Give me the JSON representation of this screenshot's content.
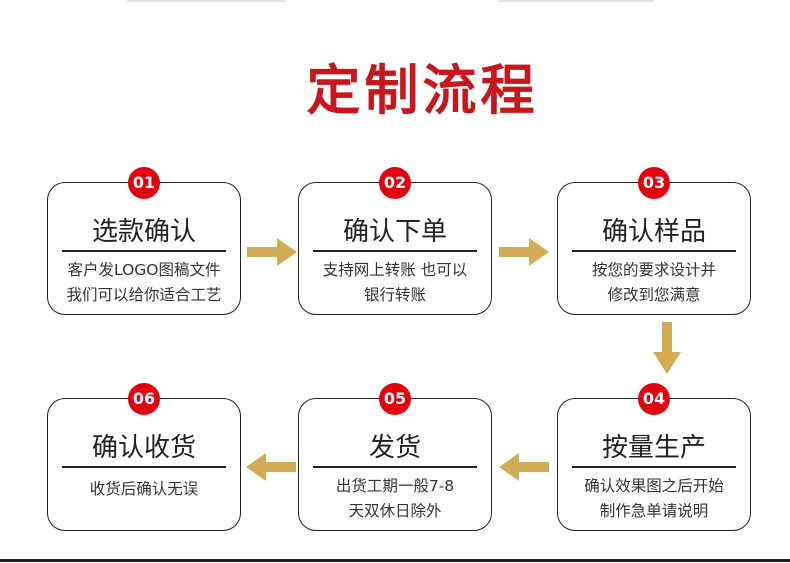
{
  "title": "定制流程",
  "arrow_color": "#d2ab55",
  "steps": [
    {
      "num": "01",
      "title": "选款确认",
      "lines": [
        "客户发LOGO图稿文件",
        "我们可以给你适合工艺"
      ]
    },
    {
      "num": "02",
      "title": "确认下单",
      "lines": [
        "支持网上转账 也可以",
        "银行转账"
      ]
    },
    {
      "num": "03",
      "title": "确认样品",
      "lines": [
        "按您的要求设计并",
        "修改到您满意"
      ]
    },
    {
      "num": "04",
      "title": "按量生产",
      "lines": [
        "确认效果图之后开始",
        "制作急单请说明"
      ]
    },
    {
      "num": "05",
      "title": "发货",
      "lines": [
        "出货工期一般7-8",
        "天双休日除外"
      ]
    },
    {
      "num": "06",
      "title": "确认收货",
      "lines": [
        "收货后确认无误"
      ]
    }
  ]
}
